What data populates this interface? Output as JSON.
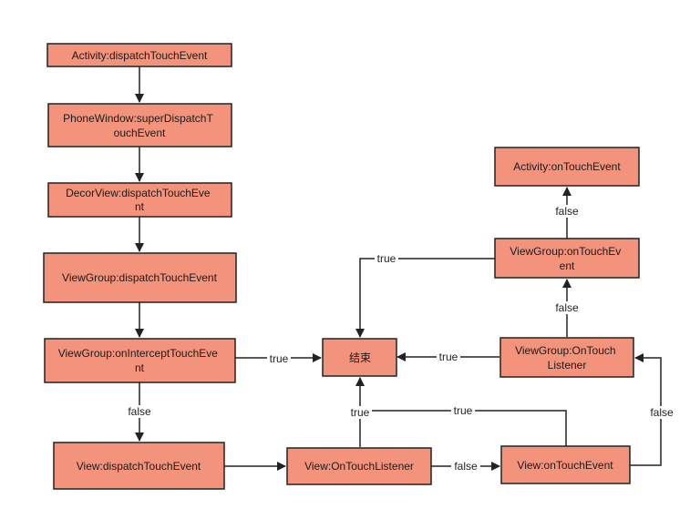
{
  "nodes": {
    "activity_dispatch": [
      "Activity:dispatchTouchEvent"
    ],
    "phonewindow": [
      "PhoneWindow:superDispatchT",
      "ouchEvent"
    ],
    "decorview": [
      "DecorView:dispatchTouchEve",
      "nt"
    ],
    "viewgroup_dispatch": [
      "ViewGroup:dispatchTouchEvent"
    ],
    "viewgroup_intercept": [
      "ViewGroup:onInterceptTouchEve",
      "nt"
    ],
    "view_dispatch": [
      "View:dispatchTouchEvent"
    ],
    "view_ontouchlistener": [
      "View:OnTouchListener"
    ],
    "view_ontouchevent": [
      "View:onTouchEvent"
    ],
    "end": [
      "结束"
    ],
    "viewgroup_ontouchlistener": [
      "ViewGroup:OnTouch",
      "Listener"
    ],
    "viewgroup_ontouchevent": [
      "ViewGroup:onTouchEv",
      "ent"
    ],
    "activity_ontouchevent": [
      "Activity:onTouchEvent"
    ]
  },
  "edge_labels": {
    "intercept_true": "true",
    "intercept_false": "false",
    "listener_false": "false",
    "listener_true": "true",
    "view_ontouchevent_true": "true",
    "view_ontouchevent_false": "false",
    "vg_listener_true": "true",
    "vg_listener_false": "false",
    "vg_ontouchevent_true": "true",
    "vg_ontouchevent_false": "false"
  }
}
